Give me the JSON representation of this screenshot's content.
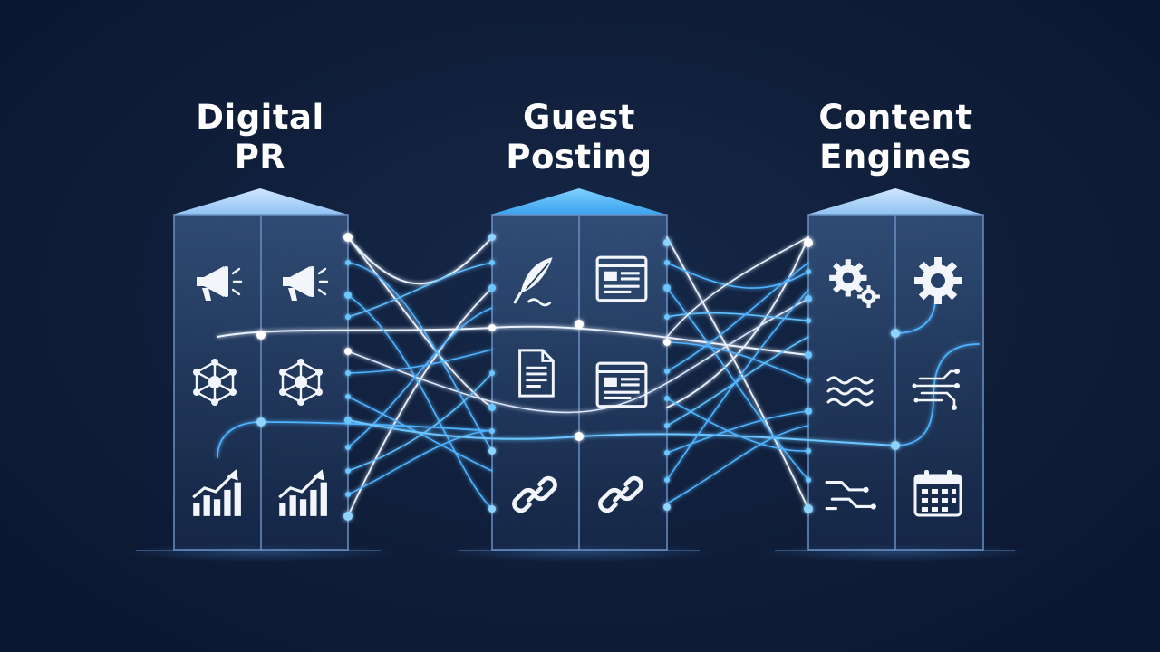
{
  "pillars": [
    {
      "title_lines": [
        "Digital",
        "PR"
      ],
      "icons": {
        "left": [
          "megaphone-icon",
          "network-hub-icon",
          "growth-chart-icon"
        ],
        "right": [
          "megaphone-icon",
          "network-hub-icon",
          "growth-chart-icon"
        ]
      }
    },
    {
      "title_lines": [
        "Guest",
        "Posting"
      ],
      "icons": {
        "left": [
          "quill-pen-icon",
          "document-icon",
          "chain-link-icon"
        ],
        "right": [
          "browser-article-icon",
          "browser-article-icon",
          "chain-link-icon"
        ]
      }
    },
    {
      "title_lines": [
        "Content",
        "Engines"
      ],
      "icons": {
        "left": [
          "gears-icon",
          "waves-icon",
          "flow-lines-icon"
        ],
        "right": [
          "gear-icon",
          "circuit-icon",
          "calendar-icon"
        ]
      }
    }
  ],
  "colors": {
    "background": "#0f1d38",
    "accent": "#4fb3ff",
    "line_white": "#e8f2ff",
    "icon": "#f2f6fc"
  }
}
